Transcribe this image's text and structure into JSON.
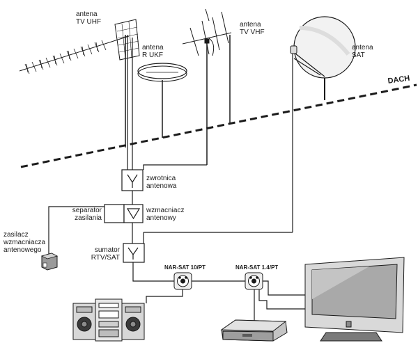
{
  "roof": {
    "label": "DACH"
  },
  "antennas": {
    "tv_uhf": {
      "line1": "antena",
      "line2": "TV  UHF"
    },
    "r_ukf": {
      "line1": "antena",
      "line2": "R UKF"
    },
    "tv_vhf": {
      "line1": "antena",
      "line2": "TV VHF"
    },
    "sat": {
      "line1": "antena",
      "line2": "SAT"
    }
  },
  "components": {
    "diplexer": {
      "line1": "zwrotnica",
      "line2": "antenowa"
    },
    "separator": {
      "line1": "separator",
      "line2": "zasilania"
    },
    "amplifier": {
      "line1": "wzmacniacz",
      "line2": "antenowy"
    },
    "power_supply": {
      "line1": "zasilacz",
      "line2": "wzmacniacza",
      "line3": "antenowego"
    },
    "combiner": {
      "line1": "sumator",
      "line2": "RTV/SAT"
    }
  },
  "sockets": {
    "socket1": {
      "label": "NAR-SAT 10/PT"
    },
    "socket2": {
      "label": "NAR-SAT 1.4/PT"
    }
  },
  "colors": {
    "line": "#1a1a1a",
    "device_gray": "#b9b9b9",
    "screen": "#cfcfcf"
  }
}
